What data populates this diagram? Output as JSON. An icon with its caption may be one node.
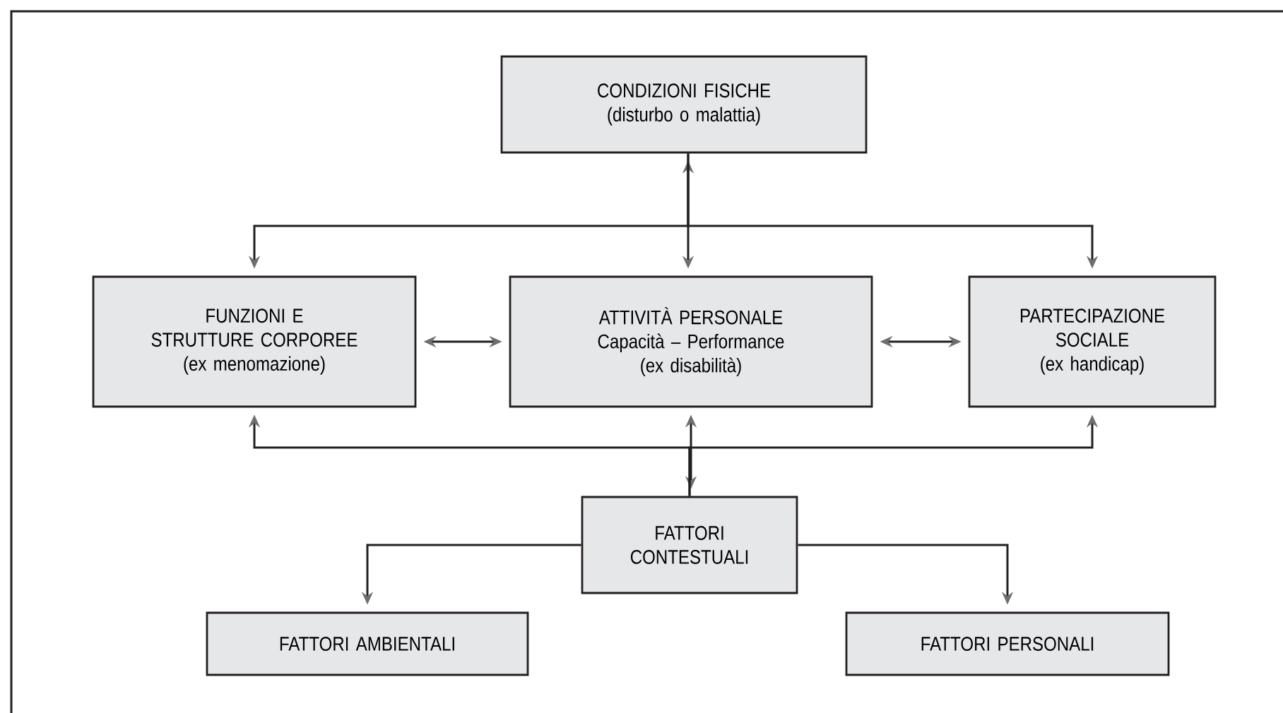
{
  "diagram": {
    "nodes": [
      {
        "text": [
          "CONDIZIONI FISICHE",
          "(disturbo o malattia)"
        ]
      },
      {
        "text": [
          "FUNZIONI E STRUTTURE CORPOREE",
          "(ex menomazione)"
        ]
      },
      {
        "text": [
          "ATTIVITÀ PERSONALE",
          "Capacità – Performance",
          "(ex disabilità)"
        ]
      },
      {
        "text": [
          "PARTECIPAZIONE SOCIALE",
          "(ex handicap)"
        ]
      },
      {
        "text": [
          "FATTORI CONTESTUALI"
        ]
      },
      {
        "text": [
          "FATTORI AMBIENTALI"
        ]
      },
      {
        "text": [
          "FATTORI PERSONALI"
        ]
      }
    ],
    "edges": [
      {
        "from": 0,
        "to": 2,
        "arrow": "both"
      },
      {
        "from": 0,
        "to": 1,
        "arrow": "to"
      },
      {
        "from": 0,
        "to": 3,
        "arrow": "to"
      },
      {
        "from": 1,
        "to": 2,
        "arrow": "both"
      },
      {
        "from": 2,
        "to": 3,
        "arrow": "both"
      },
      {
        "from": 2,
        "to": 4,
        "arrow": "both"
      },
      {
        "from": 4,
        "to": 1,
        "arrow": "to"
      },
      {
        "from": 4,
        "to": 3,
        "arrow": "to"
      },
      {
        "from": 4,
        "to": 5,
        "arrow": "to"
      },
      {
        "from": 4,
        "to": 6,
        "arrow": "to"
      }
    ]
  }
}
